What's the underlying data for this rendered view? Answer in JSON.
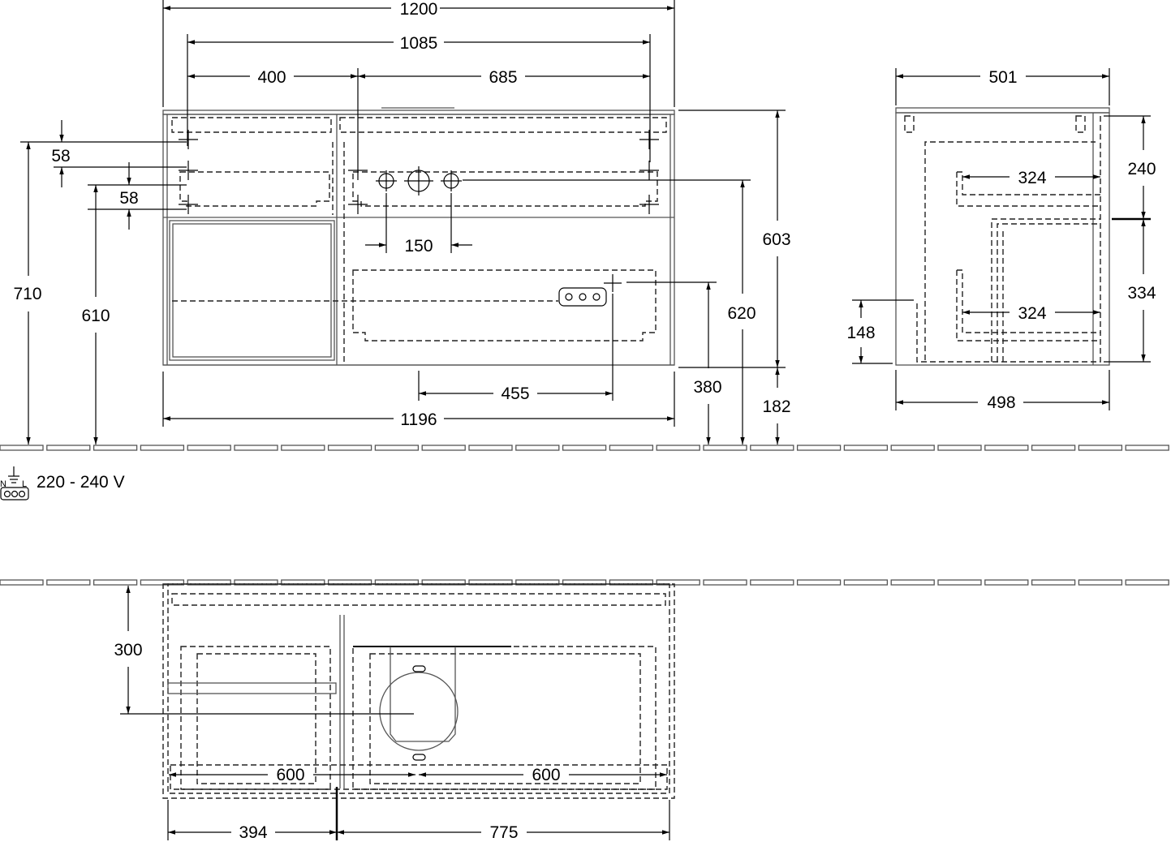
{
  "dimensions": {
    "front": {
      "width_top": "1200",
      "width_inner": "1085",
      "drawer_left": "400",
      "drawer_right": "685",
      "gap_a": "58",
      "gap_b": "58",
      "height_total": "710",
      "height_610": "610",
      "tap_spacing": "150",
      "socket_offset": "455",
      "width_bottom": "1196",
      "height_603": "603",
      "height_620": "620",
      "height_380": "380",
      "height_182": "182"
    },
    "side": {
      "depth_top": "501",
      "shelf_top": "324",
      "shelf_bottom": "324",
      "height_240": "240",
      "height_334": "334",
      "height_148": "148",
      "depth_bottom": "498"
    },
    "top": {
      "depth_300": "300",
      "left_600": "600",
      "right_600": "600",
      "width_394": "394",
      "width_775": "775"
    }
  },
  "legend": {
    "socket_label_n": "N",
    "socket_label_l": "L",
    "voltage": "220 - 240 V"
  },
  "icons": {
    "socket": "power-socket-icon",
    "ground": "earth-ground-icon"
  }
}
